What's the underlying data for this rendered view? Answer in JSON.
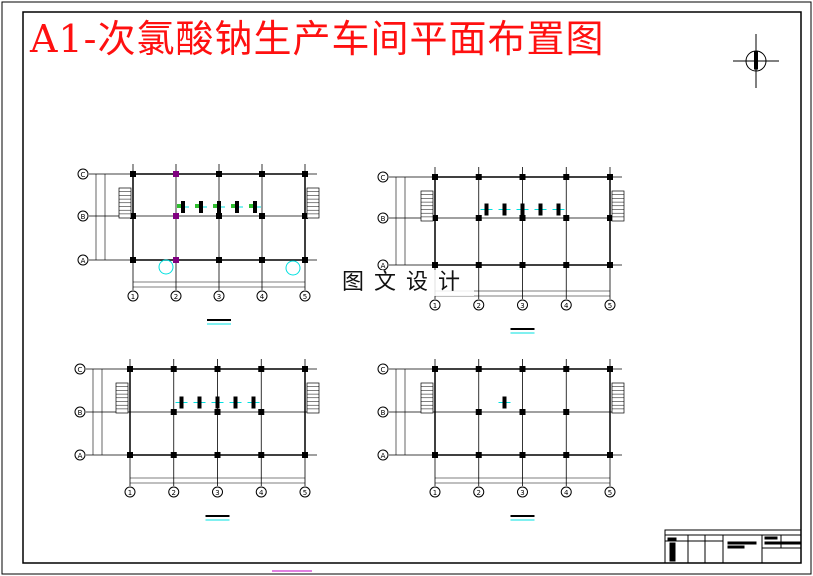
{
  "drawing": {
    "title": "A1-次氯酸钠生产车间平面布置图",
    "watermark": "图文设计",
    "colors": {
      "title": "#ff1010",
      "lines": "#000000",
      "equipment": "#00e0e0",
      "column_highlight": "#800080",
      "equipment_fill": "#30c030"
    },
    "compass_icon": "north-arrow-icon",
    "plans": [
      {
        "axis_rows": [
          "C",
          "B",
          "A"
        ],
        "axis_columns": [
          "1",
          "2",
          "3",
          "4",
          "5"
        ]
      },
      {
        "axis_rows": [
          "C",
          "B",
          "A"
        ],
        "axis_columns": [
          "1",
          "2",
          "3",
          "4",
          "5"
        ]
      },
      {
        "axis_rows": [
          "C",
          "B",
          "A"
        ],
        "axis_columns": [
          "1",
          "2",
          "3",
          "4",
          "5"
        ]
      },
      {
        "axis_rows": [
          "C",
          "B",
          "A"
        ],
        "axis_columns": [
          "1",
          "2",
          "3",
          "4",
          "5"
        ]
      }
    ]
  }
}
